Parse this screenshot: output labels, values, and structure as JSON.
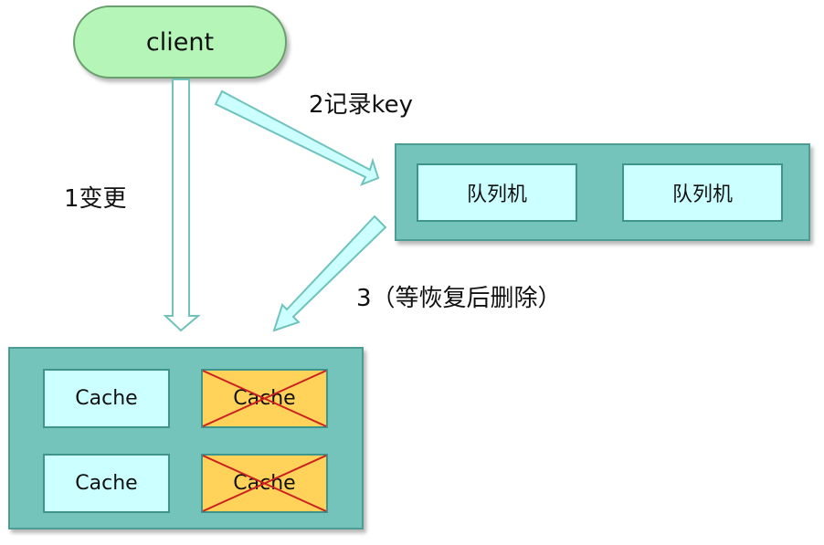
{
  "client": {
    "label": "client"
  },
  "queue_machines": [
    {
      "label": "队列机"
    },
    {
      "label": "队列机"
    }
  ],
  "caches": [
    {
      "label": "Cache",
      "deleted": false
    },
    {
      "label": "Cache",
      "deleted": true
    },
    {
      "label": "Cache",
      "deleted": false
    },
    {
      "label": "Cache",
      "deleted": true
    }
  ],
  "steps": {
    "change": "1变更",
    "record": "2记录key",
    "delete": "3（等恢复后删除）"
  },
  "colors": {
    "client_fill": "#b5f5b8",
    "group_fill": "#75c4bc",
    "node_fill": "#ccffff",
    "deleted_fill": "#ffd35a",
    "cross": "#cc1f1f",
    "arrow_fill": "#ccffff",
    "arrow_stroke": "#6fc3bb"
  }
}
